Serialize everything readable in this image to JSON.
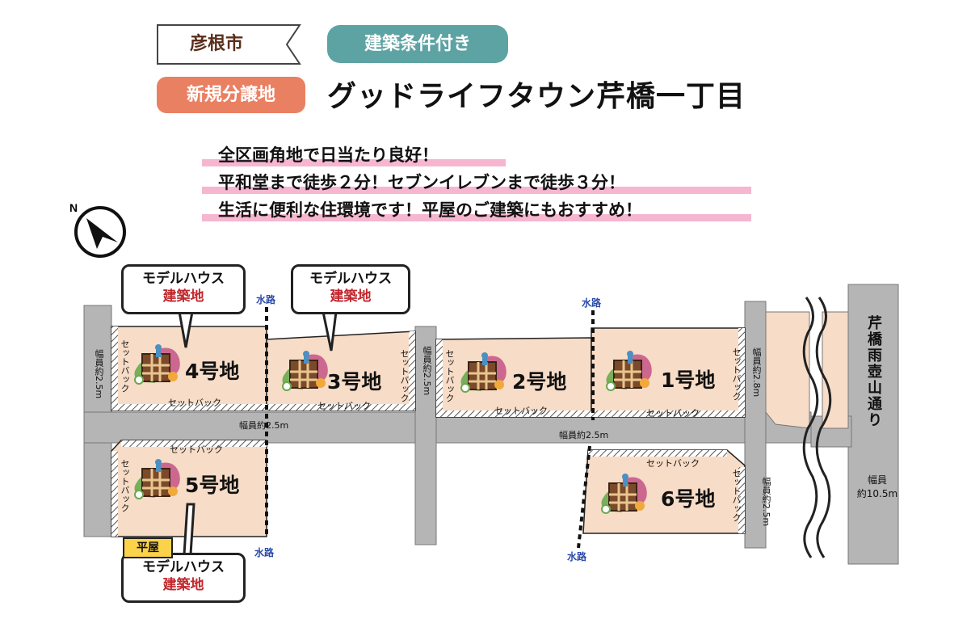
{
  "header": {
    "city": "彦根市",
    "condition": "建築条件付き",
    "new_label": "新規分譲地",
    "title": "グッドライフタウン芹橋一丁目"
  },
  "features": [
    "全区画角地で日当たり良好！",
    "平和堂まで徒歩２分！セブンイレブンまで徒歩３分！",
    "生活に便利な住環境です！平屋のご建築にもおすすめ！"
  ],
  "lots": {
    "lot1": "1号地",
    "lot2": "2号地",
    "lot3": "3号地",
    "lot4": "4号地",
    "lot5": "5号地",
    "lot6": "6号地"
  },
  "callouts": {
    "model_line1": "モデルハウス",
    "model_line2": "建築地",
    "flat": "平屋"
  },
  "labels": {
    "setback": "セットバック",
    "water": "水路",
    "width_25": "幅員約2.5m",
    "width_28": "幅員約2.8m",
    "main_road": "芹橋雨壺山通り",
    "main_width_line1": "幅員",
    "main_width_line2": "約10.5m"
  },
  "colors": {
    "lot_fill": "#f7dcc7",
    "road": "#b5b5b5",
    "accent_teal": "#5ea3a3",
    "accent_orange": "#ea8062",
    "highlight_pink": "#f6b6d0",
    "model_red": "#c1272d",
    "water_blue": "#2a4aa8"
  },
  "icons": [
    "north-compass-icon",
    "house-illustration-icon"
  ]
}
